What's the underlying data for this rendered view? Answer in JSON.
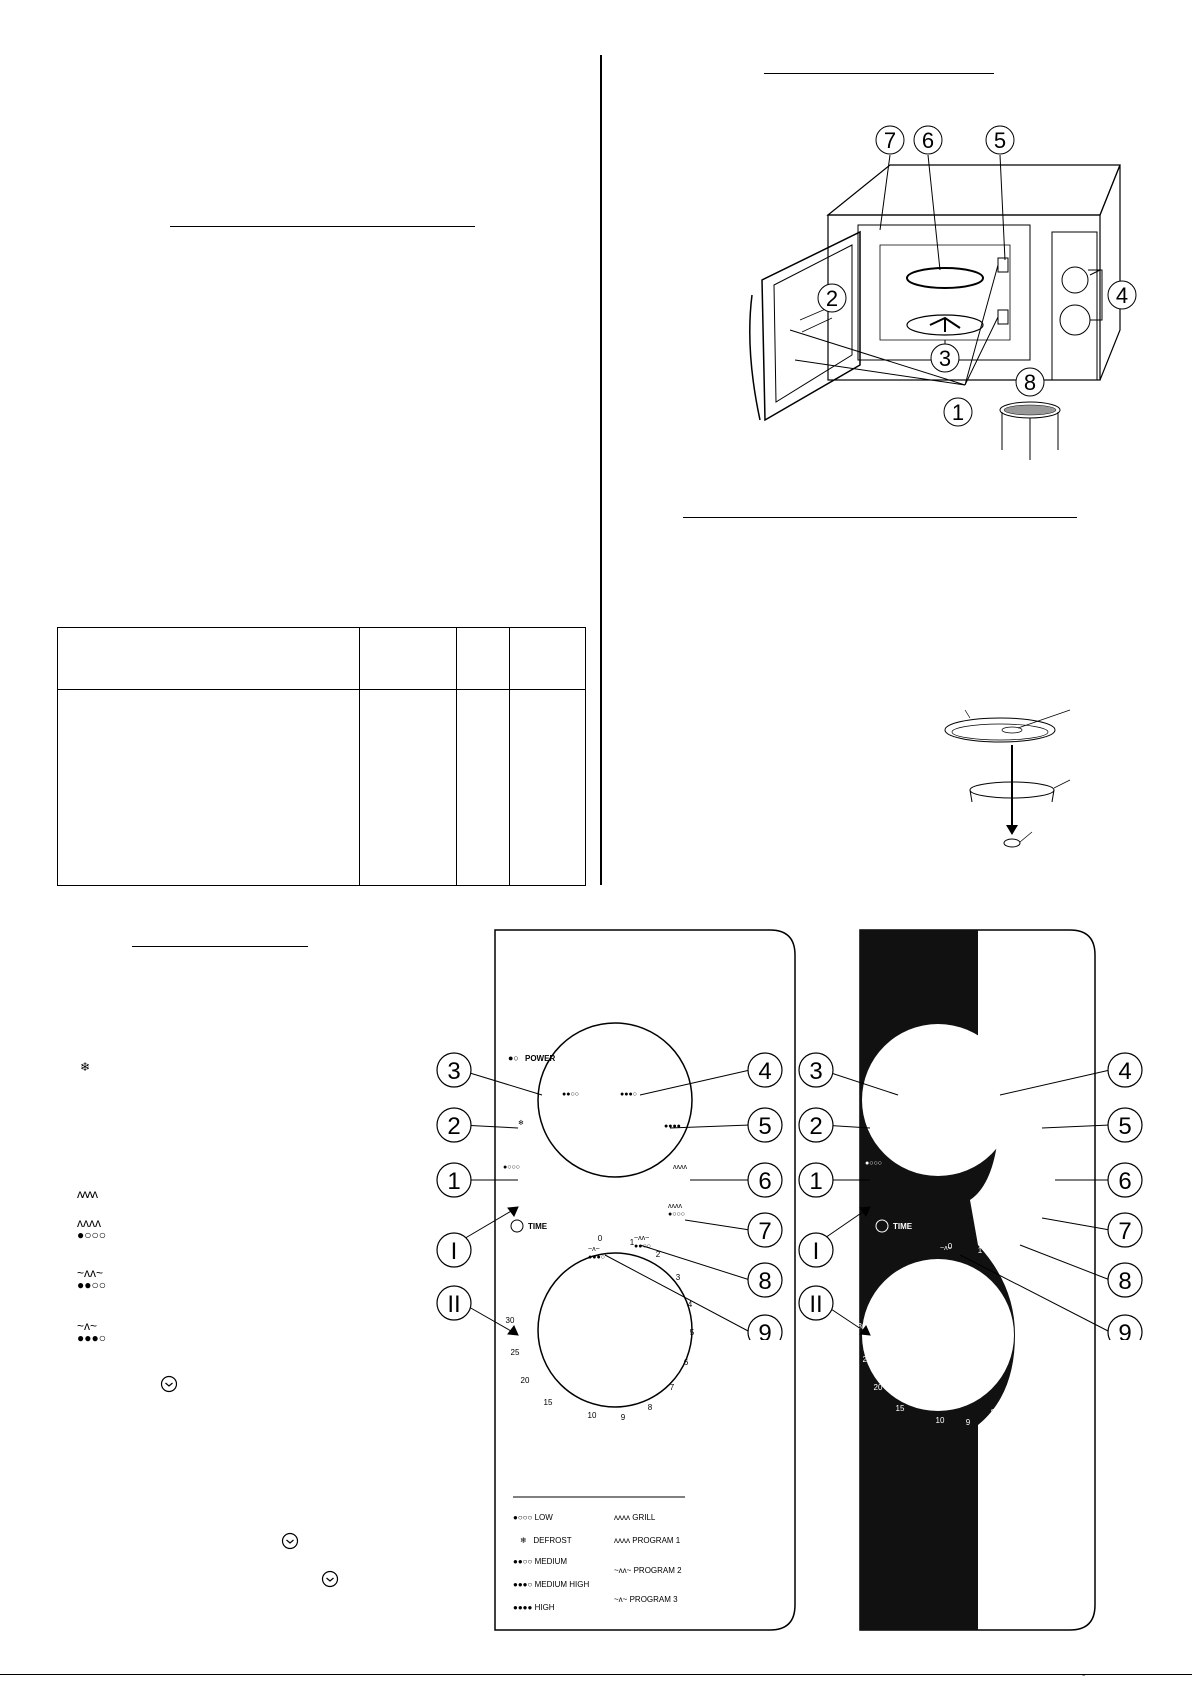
{
  "diagram_labels": [
    "1",
    "2",
    "3",
    "4",
    "5",
    "6",
    "7",
    "8"
  ],
  "panel": {
    "power_label": "POWER",
    "time_label": "TIME",
    "power_callouts": [
      "1",
      "2",
      "3",
      "4",
      "5",
      "6",
      "7",
      "8",
      "9"
    ],
    "knob_labels": [
      "I",
      "II"
    ],
    "timer_ticks": [
      "0",
      "1",
      "2",
      "3",
      "4",
      "5",
      "6",
      "7",
      "8",
      "9",
      "10",
      "15",
      "20",
      "25",
      "30"
    ]
  },
  "legend": {
    "left": [
      {
        "symbol": "●○○○",
        "label": "LOW"
      },
      {
        "symbol": "❄︎",
        "label": "DEFROST"
      },
      {
        "symbol": "●●○○",
        "label": "MEDIUM"
      },
      {
        "symbol": "●●●○",
        "label": "MEDIUM HIGH"
      },
      {
        "symbol": "●●●●",
        "label": "HIGH"
      }
    ],
    "right": [
      {
        "symbol": "ᴧᴧᴧᴧ",
        "label": "GRILL"
      },
      {
        "symbol": "ᴧᴧᴧᴧ",
        "label": "PROGRAM  1"
      },
      {
        "symbol": "~ᴧᴧ~",
        "label": "PROGRAM  2"
      },
      {
        "symbol": "~ᴧ~",
        "label": "PROGRAM  3"
      }
    ]
  },
  "page_number": "-"
}
